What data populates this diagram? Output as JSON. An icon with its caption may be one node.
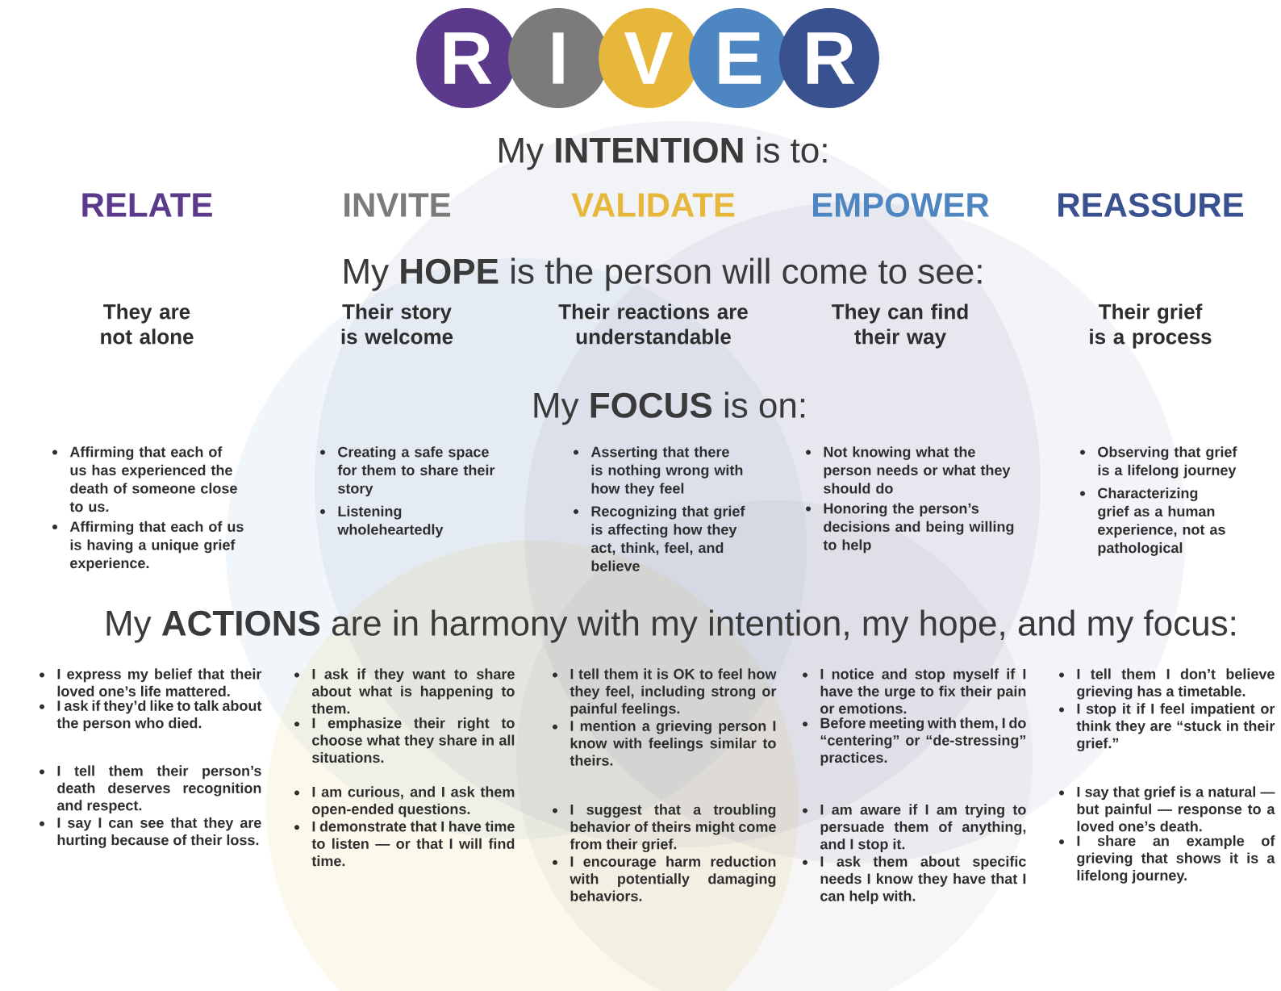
{
  "diagram": {
    "nodes": [
      {
        "text": [
          "R"
        ]
      },
      {
        "text": [
          "I"
        ]
      },
      {
        "text": [
          "V"
        ]
      },
      {
        "text": [
          "E"
        ]
      },
      {
        "text": [
          "R"
        ]
      }
    ],
    "labels": [
      "My **INTENTION** is to:",
      "RELATE",
      "INVITE",
      "VALIDATE",
      "EMPOWER",
      "REASSURE",
      "My **HOPE** is the person will come to see:",
      "They are not alone",
      "Their story is welcome",
      "Their reactions are understandable",
      "They can find their way",
      "Their grief is a process",
      "My **FOCUS** is on:",
      "Affirming that each of us has experienced the death of someone close to us.",
      "Affirming that each of us is having a unique grief experience.",
      "Creating a safe space for them to share their story",
      "Listening wholeheartedly",
      "Asserting that there is nothing wrong with how they feel",
      "Recognizing that grief is affecting how they act, think, feel, and believe",
      "Not knowing what the person needs or what they should do",
      "Honoring the person’s decisions and being willing to help",
      "Observing that grief is a lifelong journey",
      "Characterizing grief as a human experience, not as pathological",
      "My **ACTIONS** are in harmony with my intention, my hope, and my focus:",
      "I express my belief that their loved one’s life mattered.",
      "I ask if they’d like to talk about the person who died.",
      "I tell them their person’s death deserves recognition and respect.",
      "I say I can see that they are hurting because of their loss.",
      "I ask if they want to share about what is happening to them.",
      "I emphasize their right to choose what they share in all situations.",
      "I am curious, and I ask them open-ended questions.",
      "I demonstrate that I have time to listen — or that I will find time.",
      "I tell them it is OK to feel how they feel, including strong or painful feelings.",
      "I mention a grieving person I know with feelings similar to theirs.",
      "I suggest that a troubling behavior of theirs might come from their grief.",
      "I encourage harm reduction with potentially damaging behaviors.",
      "I notice and stop myself if I have the urge to fix their pain or emotions.",
      "Before meeting with them, I do “centering” or “de-stressing” practices.",
      "I am aware if I am trying to persuade them of anything, and I stop it.",
      "I ask them about specific needs I know they have that I can help with.",
      "I tell them I don’t believe grieving has a timetable.",
      "I stop it if I feel impatient or think they are “stuck in their grief.”",
      "I say that grief is a natural — but painful — response to a loved one’s death.",
      "I share an example of grieving that shows it is a lifelong journey."
    ]
  }
}
